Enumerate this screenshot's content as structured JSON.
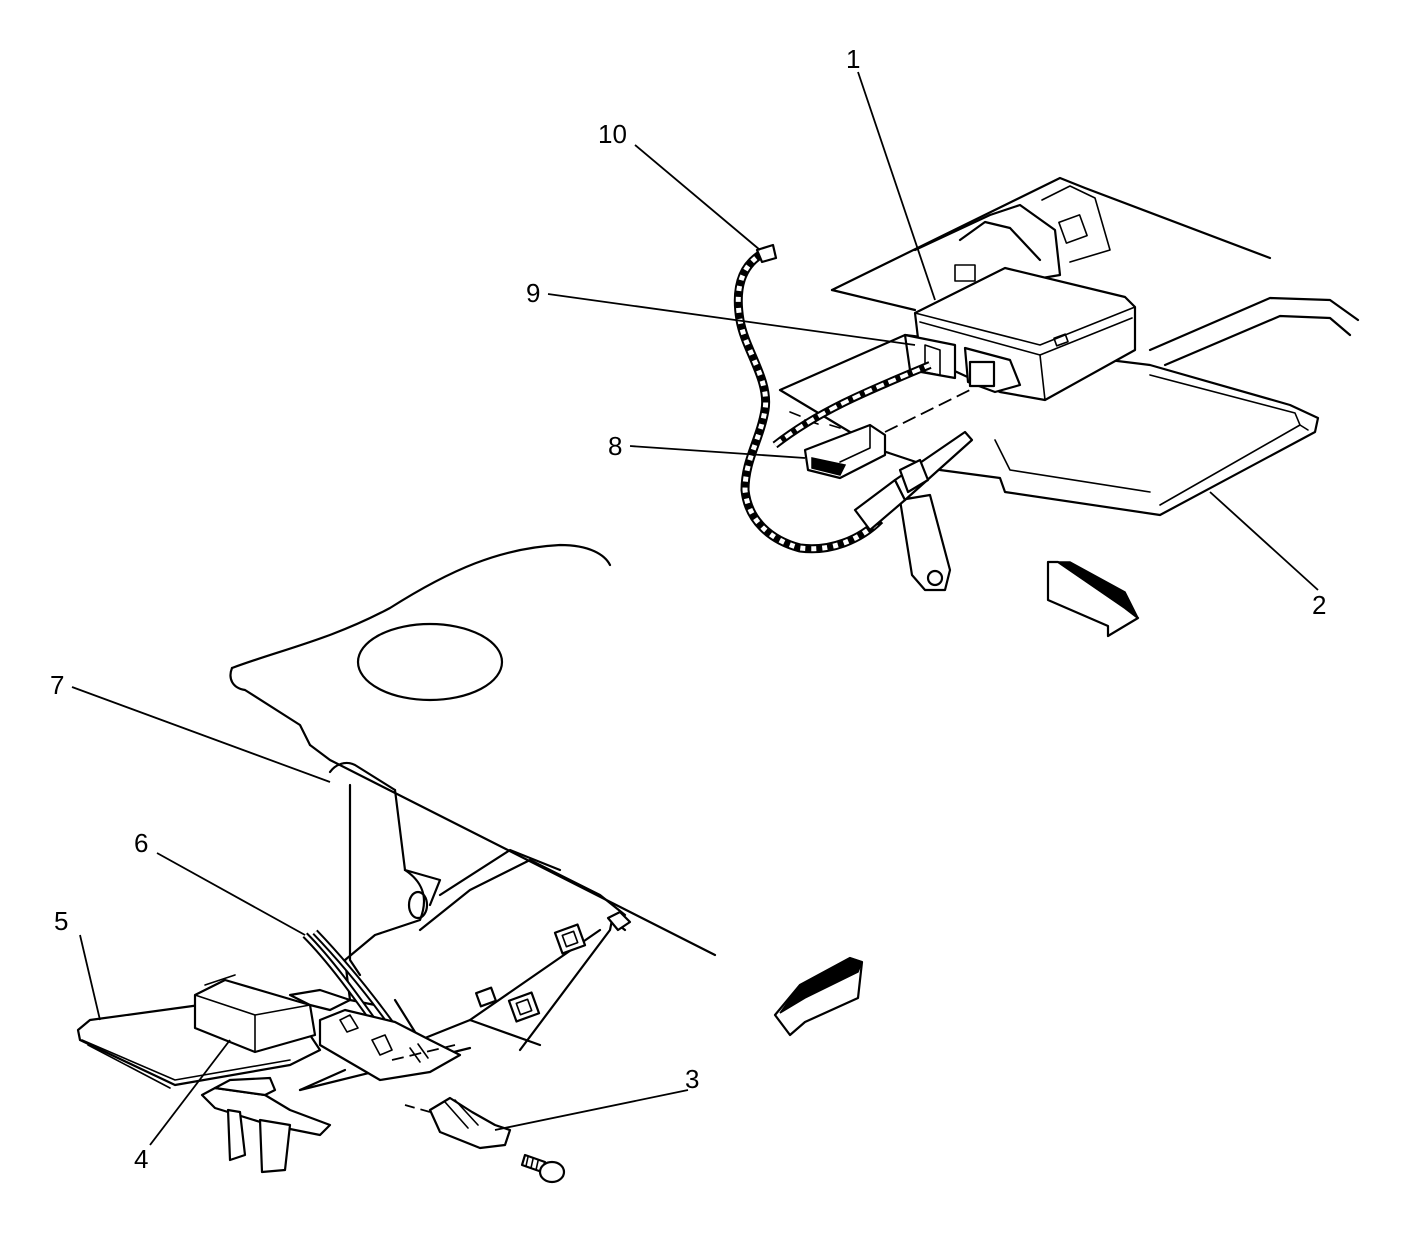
{
  "callouts": [
    {
      "id": "1",
      "label": "1"
    },
    {
      "id": "2",
      "label": "2"
    },
    {
      "id": "3",
      "label": "3"
    },
    {
      "id": "4",
      "label": "4"
    },
    {
      "id": "5",
      "label": "5"
    },
    {
      "id": "6",
      "label": "6"
    },
    {
      "id": "7",
      "label": "7"
    },
    {
      "id": "8",
      "label": "8"
    },
    {
      "id": "9",
      "label": "9"
    },
    {
      "id": "10",
      "label": "10"
    }
  ],
  "direction_arrows": [
    {
      "id": "front-arrow-upper",
      "icon": "front-direction-arrow-icon"
    },
    {
      "id": "front-arrow-lower",
      "icon": "front-direction-arrow-icon"
    }
  ]
}
